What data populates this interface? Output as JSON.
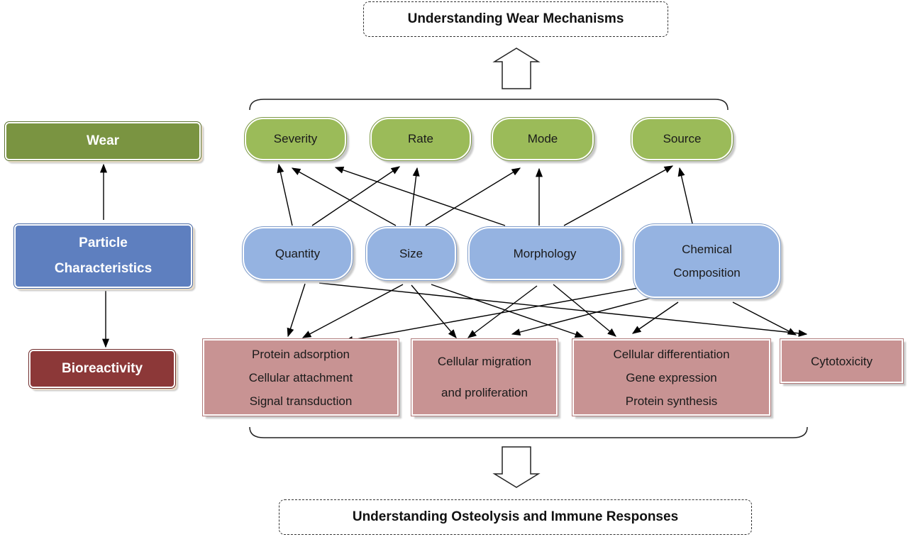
{
  "top_box": "Understanding Wear Mechanisms",
  "bottom_box": "Understanding Osteolysis and Immune Responses",
  "left": {
    "wear": "Wear",
    "particle_line1": "Particle",
    "particle_line2": "Characteristics",
    "bioreactivity": "Bioreactivity"
  },
  "wear_aspects": [
    "Severity",
    "Rate",
    "Mode",
    "Source"
  ],
  "particle_properties": {
    "quantity": "Quantity",
    "size": "Size",
    "morphology": "Morphology",
    "chemical_line1": "Chemical",
    "chemical_line2": "Composition"
  },
  "responses": {
    "group1": [
      "Protein adsorption",
      "Cellular attachment",
      "Signal transduction"
    ],
    "group2": [
      "Cellular migration",
      "and proliferation"
    ],
    "group3": [
      "Cellular differentiation",
      "Gene expression",
      "Protein synthesis"
    ],
    "group4": "Cytotoxicity"
  }
}
